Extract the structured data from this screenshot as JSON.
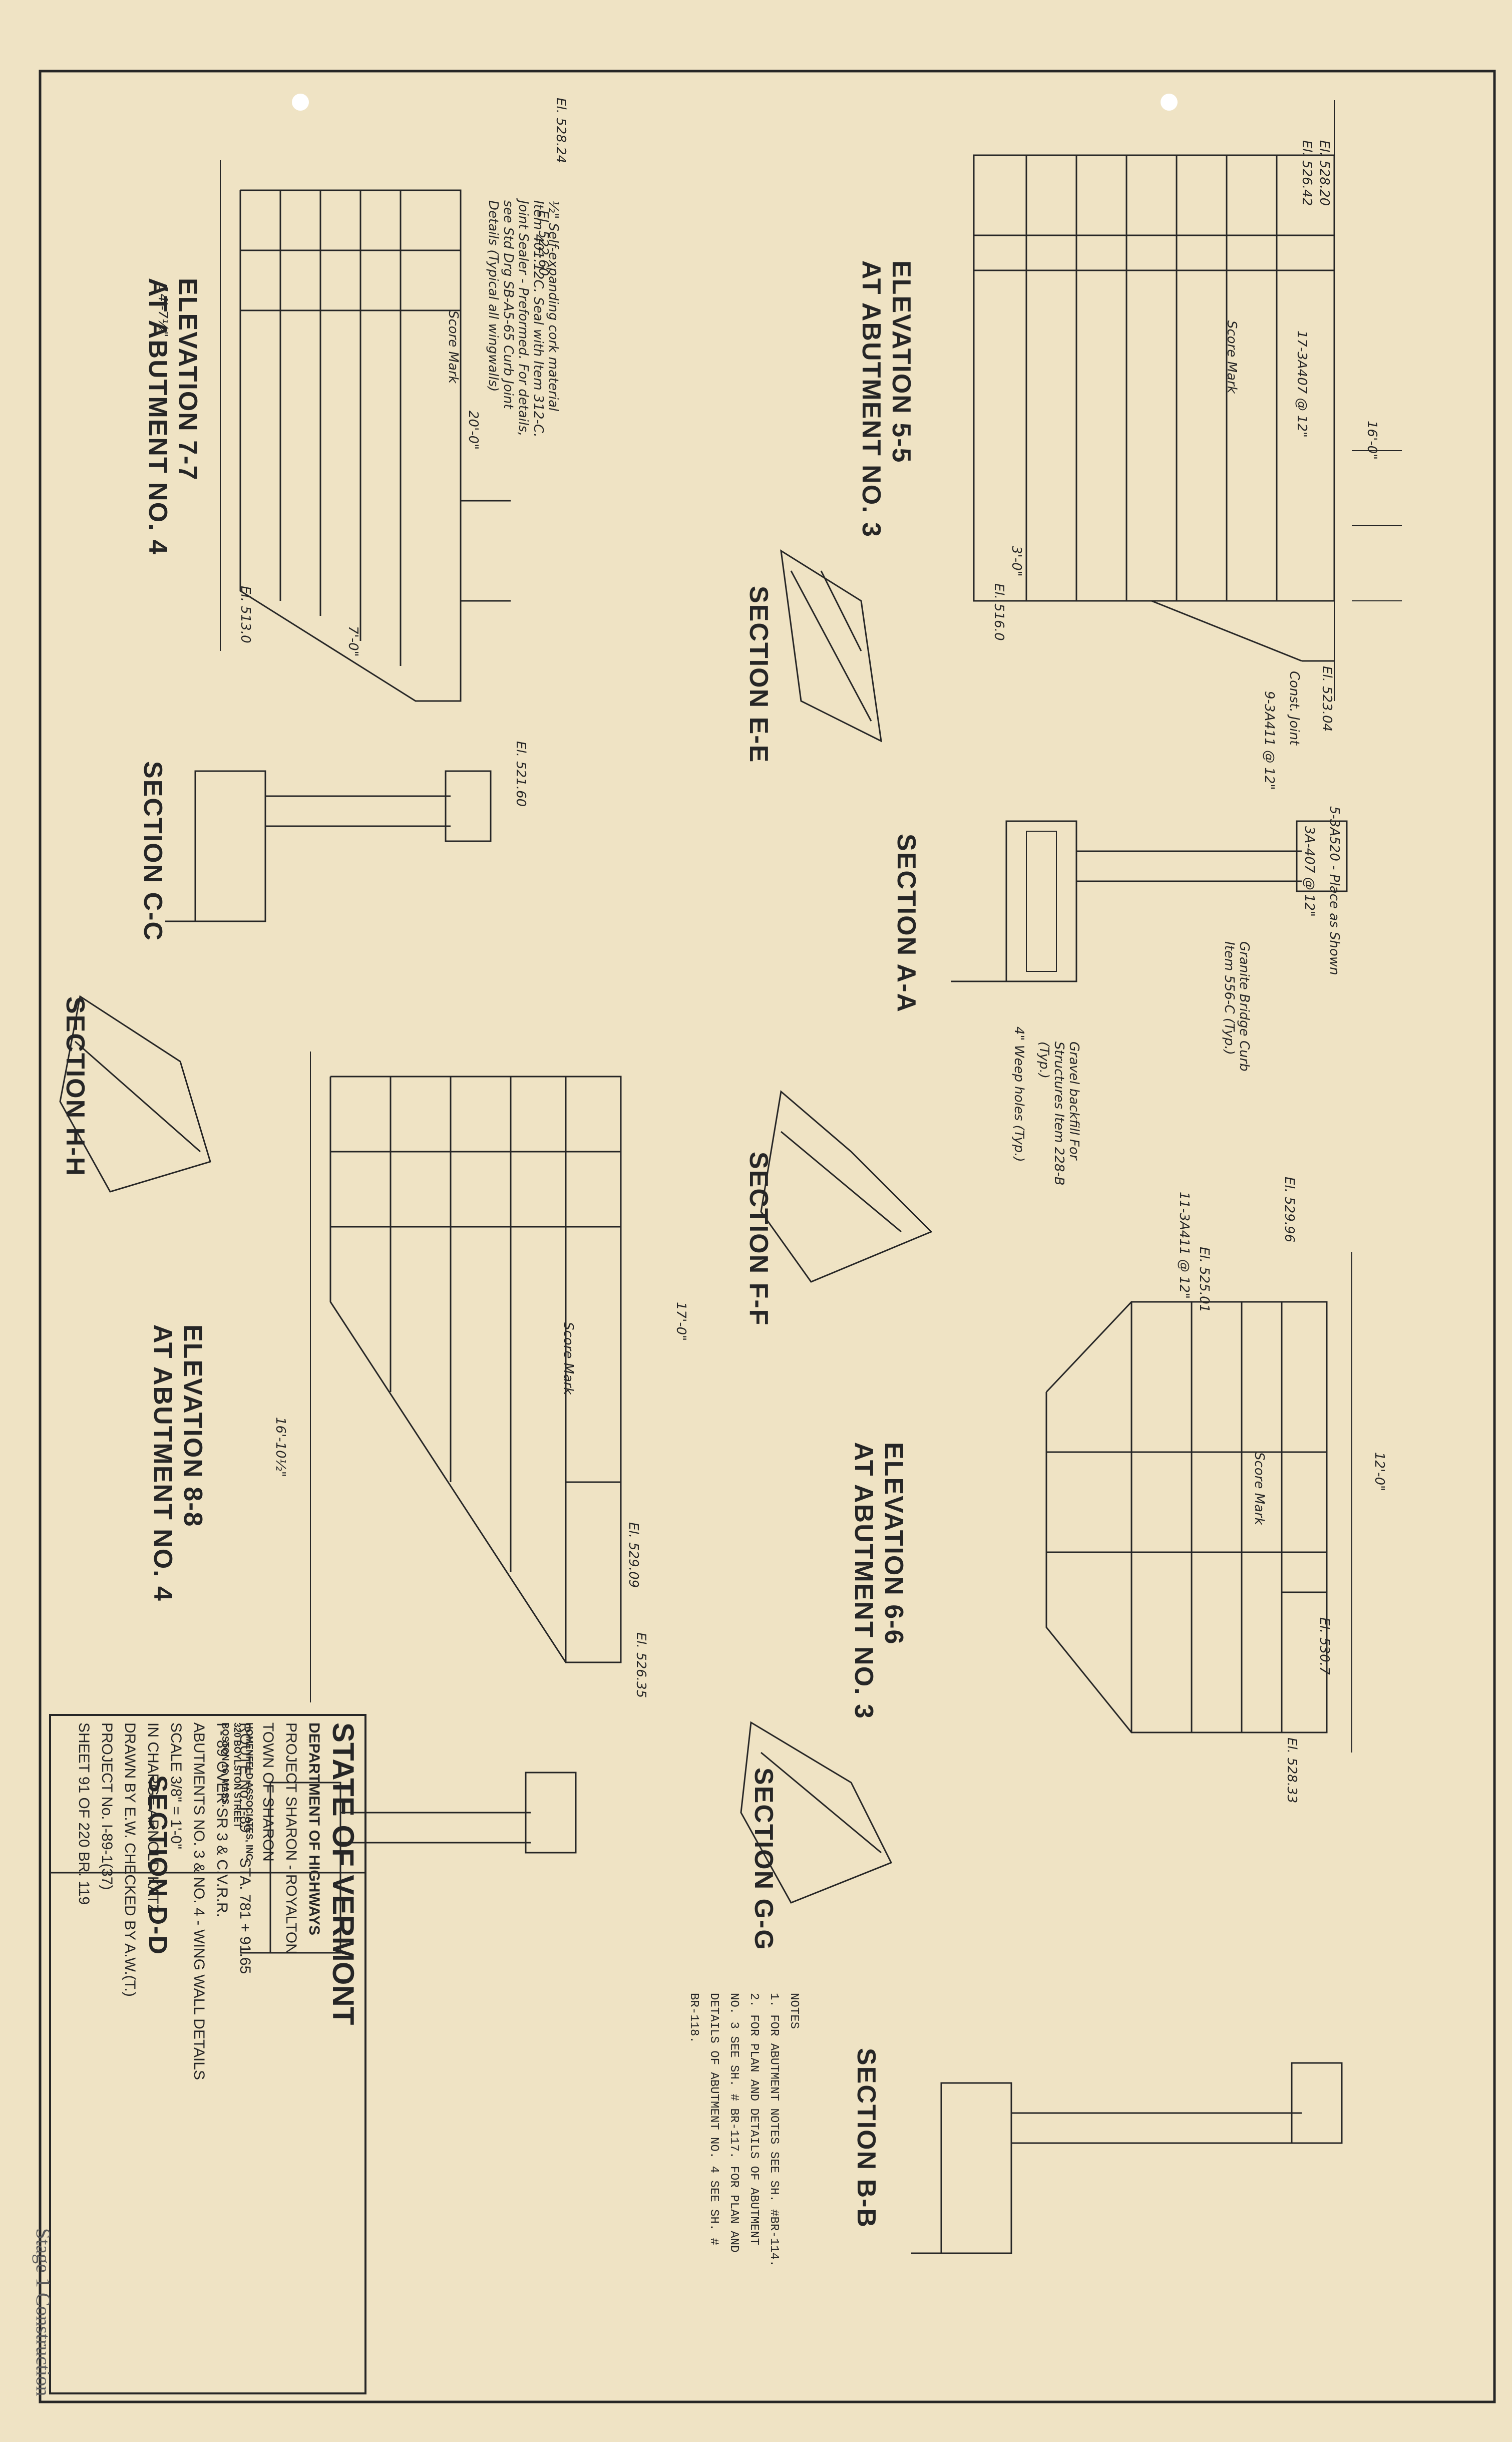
{
  "drawing": {
    "views": [
      {
        "id": "elev-5-5",
        "line1": "ELEVATION 5-5",
        "line2": "AT ABUTMENT NO. 3"
      },
      {
        "id": "elev-6-6",
        "line1": "ELEVATION 6-6",
        "line2": "AT ABUTMENT NO. 3"
      },
      {
        "id": "elev-7-7",
        "line1": "ELEVATION 7-7",
        "line2": "AT ABUTMENT NO. 4"
      },
      {
        "id": "elev-8-8",
        "line1": "ELEVATION 8-8",
        "line2": "AT ABUTMENT NO. 4"
      },
      {
        "id": "sec-a-a",
        "line1": "SECTION A-A"
      },
      {
        "id": "sec-b-b",
        "line1": "SECTION B-B"
      },
      {
        "id": "sec-c-c",
        "line1": "SECTION C-C"
      },
      {
        "id": "sec-d-d",
        "line1": "SECTION D-D"
      },
      {
        "id": "sec-e-e",
        "line1": "SECTION E-E"
      },
      {
        "id": "sec-f-f",
        "line1": "SECTION F-F"
      },
      {
        "id": "sec-g-g",
        "line1": "SECTION G-G"
      },
      {
        "id": "sec-h-h",
        "line1": "SECTION H-H"
      }
    ],
    "annotations": {
      "el_5282": "El. 528.20",
      "el_52642": "El. 526.42",
      "el_52824": "El. 528.24",
      "el_52260": "El. 522.60",
      "el_52304": "El. 523.04",
      "el_52996": "El. 529.96",
      "el_52501": "El. 525.01",
      "el_52833": "El. 528.33",
      "el_52307": "El. 530.7",
      "el_51600": "El. 516.0",
      "el_51300": "El. 513.0",
      "el_52160": "El. 521.60",
      "el_52909": "El. 529.09",
      "el_52635": "El. 526.35",
      "dim_16_0": "16'-0\"",
      "dim_20_0": "20'-0\"",
      "dim_12_0": "12'-0\"",
      "dim_17_0": "17'-0\"",
      "dim_3_0": "3'-0\"",
      "dim_7_0": "7'-0\"",
      "dim_14_712": "14'-7½\"",
      "dim_16_1012": "16'-10½\"",
      "cork": "½\" Self-expanding cork material Item 401.12C. Seal with Item 312-C. Joint Sealer - Preformed. For details, see Std Drg SB-A5-65 Curb Joint Details (Typical all wingwalls)",
      "score": "Score Mark",
      "const_joint": "Const. Joint",
      "curb": "Granite Bridge Curb Item 556-C (Typ.)",
      "gravel": "Gravel backfill For Structures Item 228-B (Typ.)",
      "weep": "4\" Weep holes (Typ.)",
      "rebar_1": "3A-407 @ 12\"",
      "rebar_2": "5-3A520 - Place as Shown",
      "rebar_3": "9-3A411 @ 12\"",
      "rebar_4": "11-3A411 @ 12\"",
      "rebar_5": "17-3A407 @ 12\""
    }
  },
  "notes": {
    "heading": "NOTES",
    "items": [
      "1.  FOR ABUTMENT NOTES SEE SH. #BR-114.",
      "2.  FOR PLAN AND DETAILS OF ABUTMENT NO. 3 SEE SH. # BR-117. FOR PLAN AND DETAILS OF ABUTMENT NO. 4 SEE SH. # BR-118."
    ]
  },
  "title_block": {
    "state": "STATE OF VERMONT",
    "dept": "DEPARTMENT OF HIGHWAYS",
    "project": "PROJECT  SHARON - ROYALTON",
    "town": "TOWN OF SHARON",
    "route": "ROUTE No. I-89",
    "station": "STA. 781 + 91.65",
    "desc1": "I - 89 OVER SR 3 & C.V.R.R.",
    "desc2": "ABUTMENTS NO. 3 & NO. 4 - WING WALL DETAILS",
    "scale": "SCALE  3/8\" = 1'-0\"",
    "in_charge": "IN CHARGE  ARNOLD KATZ",
    "drawn": "DRAWN BY  E.W.    CHECKED BY  A.W.(T.)",
    "project_no": "PROJECT No. I-89-1(37)",
    "sheet": "SHEET  91  OF  220     BR. 119",
    "firm1": "HOMENFELD ASSOCIATES, INC.",
    "firm2": "320 BOYLSTON STREET",
    "firm3": "BOSTON 16, MASS."
  },
  "footer": {
    "stage": "Stage 1 Construction"
  }
}
